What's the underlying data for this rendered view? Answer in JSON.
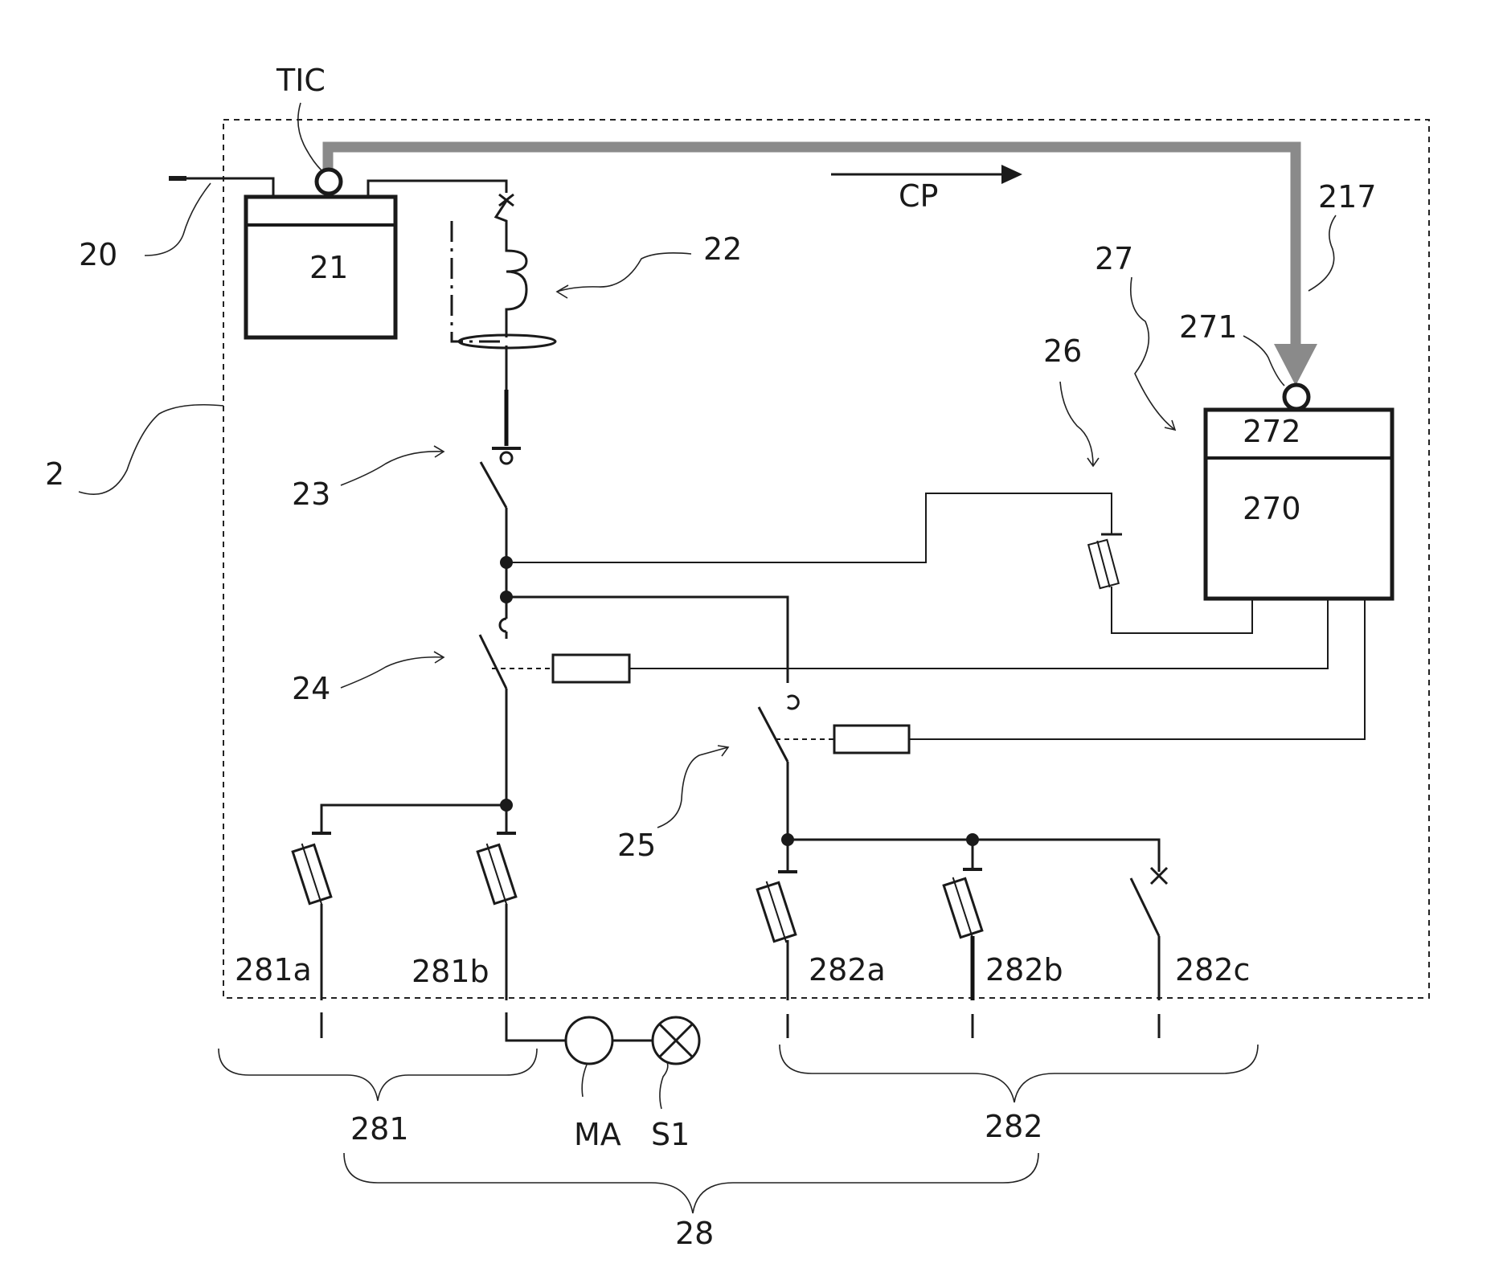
{
  "labels": {
    "tic": "TIC",
    "cp": "CP",
    "l20": "20",
    "l21": "21",
    "l22": "22",
    "l2": "2",
    "l23": "23",
    "l24": "24",
    "l25": "25",
    "l26": "26",
    "l27": "27",
    "l217": "217",
    "l271": "271",
    "l272": "272",
    "l270": "270",
    "l281a": "281a",
    "l281b": "281b",
    "l282a": "282a",
    "l282b": "282b",
    "l282c": "282c",
    "l281": "281",
    "l282": "282",
    "l28": "28",
    "ma": "MA",
    "s1": "S1",
    "minus": "-"
  }
}
